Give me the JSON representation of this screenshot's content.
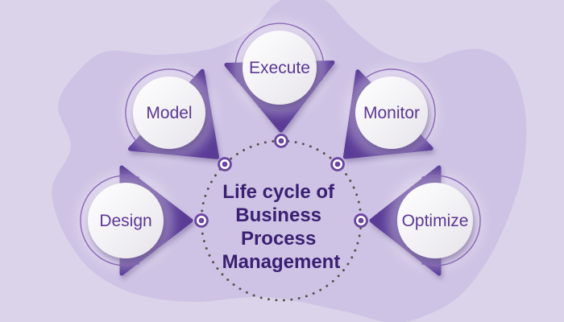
{
  "diagram": {
    "title": "Life cycle of Business Process Management",
    "center": {
      "lines": [
        "Life cycle of",
        "Business",
        "Process",
        "Management"
      ]
    },
    "nodes": [
      {
        "id": "design",
        "label": "Design"
      },
      {
        "id": "model",
        "label": "Model"
      },
      {
        "id": "execute",
        "label": "Execute"
      },
      {
        "id": "monitor",
        "label": "Monitor"
      },
      {
        "id": "optimize",
        "label": "Optimize"
      }
    ],
    "colors": {
      "background": "#dad3ea",
      "blob": "#cec3e4",
      "triangle": "#5a3a96",
      "arc": "#6a3da2",
      "ring": "#6b46a2",
      "dotted_circle": "#55504a",
      "node_label": "#5a3795",
      "center_text": "#3a2072",
      "circle_top": "#ffffff",
      "circle_bottom": "#e6e4ea"
    }
  }
}
